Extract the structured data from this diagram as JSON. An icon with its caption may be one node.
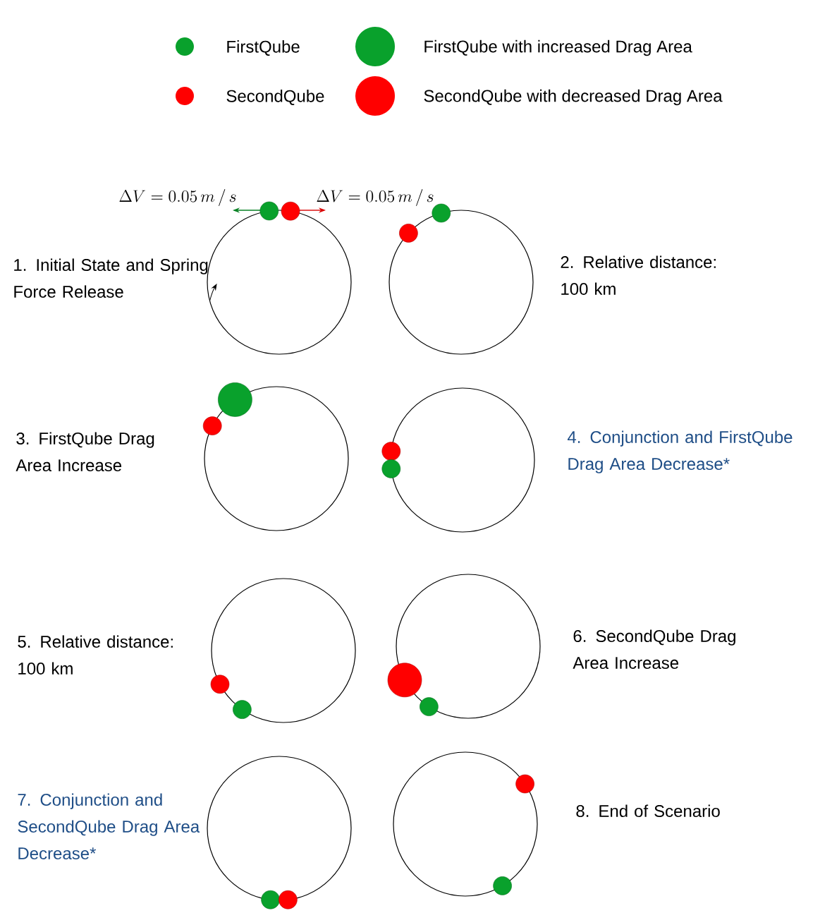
{
  "diagram": {
    "labels": [
      "\\Delta V = 0.05\\, m\\, /\\, s",
      "\\Delta V = 0.05\\, m\\, /\\, s",
      "1. Initial State and Spring Force Release",
      "2. Relative distance: 100 km",
      "3. FirstQube Drag Area Increase",
      "4. Conjunction and FirstQube Drag Area Decrease*",
      "5. Relative distance: 100 km",
      "6. SecondQube Drag Area Increase",
      "7. Conjunction and SecondQube Drag Area Decrease*",
      "8. End of Scenario"
    ],
    "legend": [
      {
        "text": "FirstQube",
        "color": "#09a12c"
      },
      {
        "text": "SecondQube",
        "color": "#ff0000"
      },
      {
        "text": "FirstQube with increased Drag Area",
        "color": "#09a12c"
      },
      {
        "text": "SecondQube with decreased Drag Area",
        "color": "#ff0000"
      }
    ]
  }
}
